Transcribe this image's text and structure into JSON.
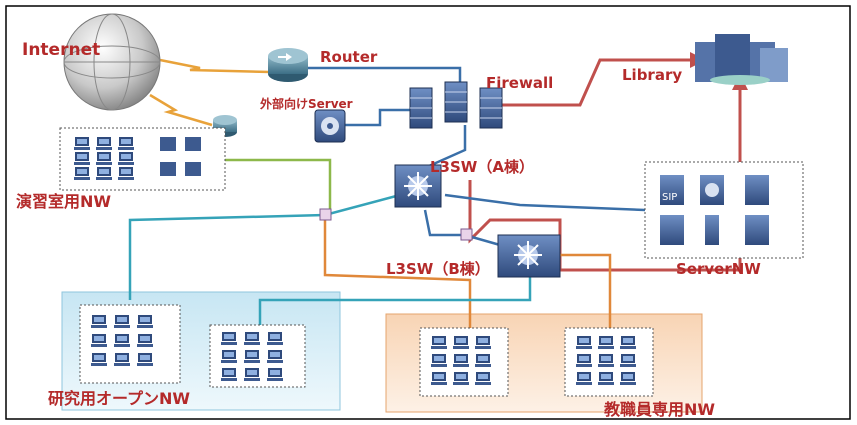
{
  "diagram": {
    "nodes": {
      "internet": "Internet",
      "router": "Router",
      "firewall": "Firewall",
      "library": "Library",
      "external_server": "外部向けServer",
      "training_room": "演習室用NW",
      "l3sw_a": "L3SW（A棟）",
      "l3sw_b": "L3SW（B棟）",
      "server_nw": "ServerNW",
      "research_open": "研究用オープンNW",
      "staff_nw": "教職員専用NW",
      "sip_label": "SIP"
    },
    "colors": {
      "label_red": "#b42a2a",
      "line_blue": "#3a6fa8",
      "line_red": "#c0504d",
      "line_orange": "#e0883a",
      "line_teal": "#35a3b8",
      "line_green": "#8db84a",
      "zone_research_fill": "#d9eef7",
      "zone_staff_fill": "#fbe3cf",
      "device_blue": "#3d5a8f"
    },
    "icons": [
      "globe-icon",
      "router-icon",
      "firewall-icon",
      "library-building-icon",
      "server-icon",
      "l3-switch-icon",
      "pc-icon",
      "storage-icon"
    ]
  }
}
